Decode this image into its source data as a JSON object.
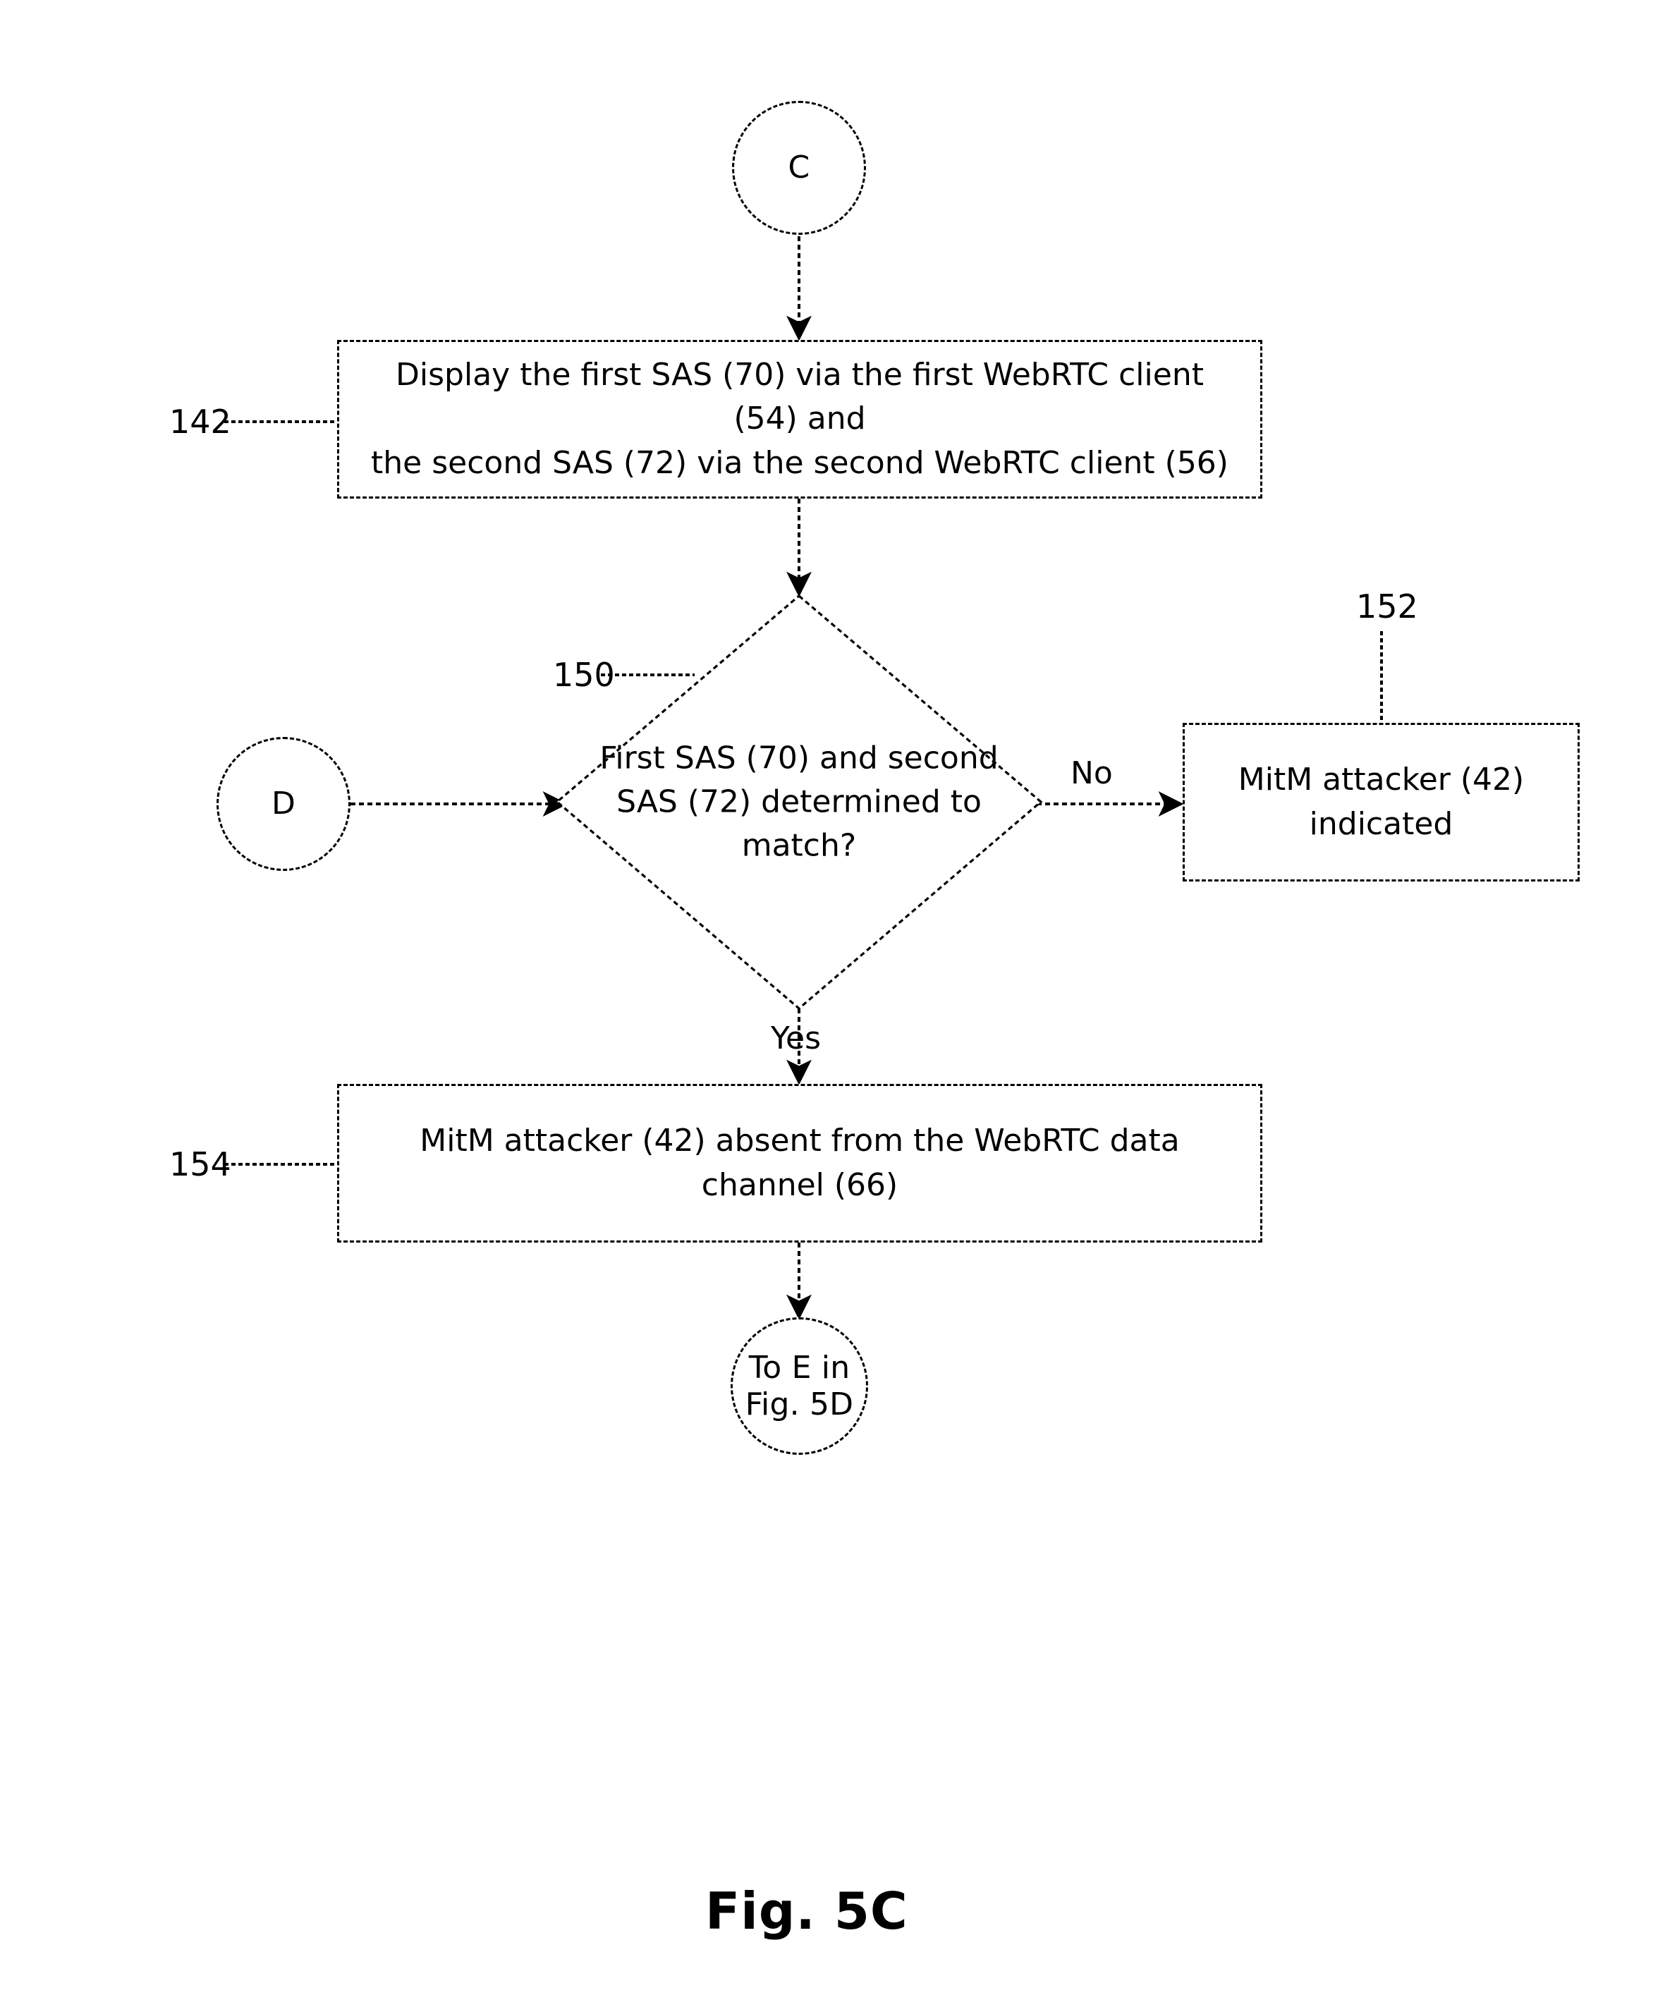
{
  "figure": {
    "caption": "Fig. 5C"
  },
  "connectors": {
    "entry": {
      "label": "C"
    },
    "side_entry": {
      "label": "D"
    },
    "exit": {
      "line1": "To E in",
      "line2": "Fig. 5D"
    }
  },
  "steps": [
    {
      "ref": "142",
      "line1": "Display the first SAS (70) via the first WebRTC client (54) and",
      "line2": "the second SAS (72) via the second WebRTC client (56)"
    },
    {
      "ref": "152",
      "line1": "MitM attacker (42)",
      "line2": "indicated"
    },
    {
      "ref": "154",
      "line1": "MitM attacker (42) absent from the WebRTC data channel (66)"
    }
  ],
  "decision": {
    "ref": "150",
    "line1": "First SAS (70) and second",
    "line2": "SAS (72) determined to",
    "line3": "match?"
  },
  "branch_labels": {
    "no": "No",
    "yes": "Yes"
  },
  "colors": {
    "ink": "#000000",
    "paper": "#ffffff"
  }
}
